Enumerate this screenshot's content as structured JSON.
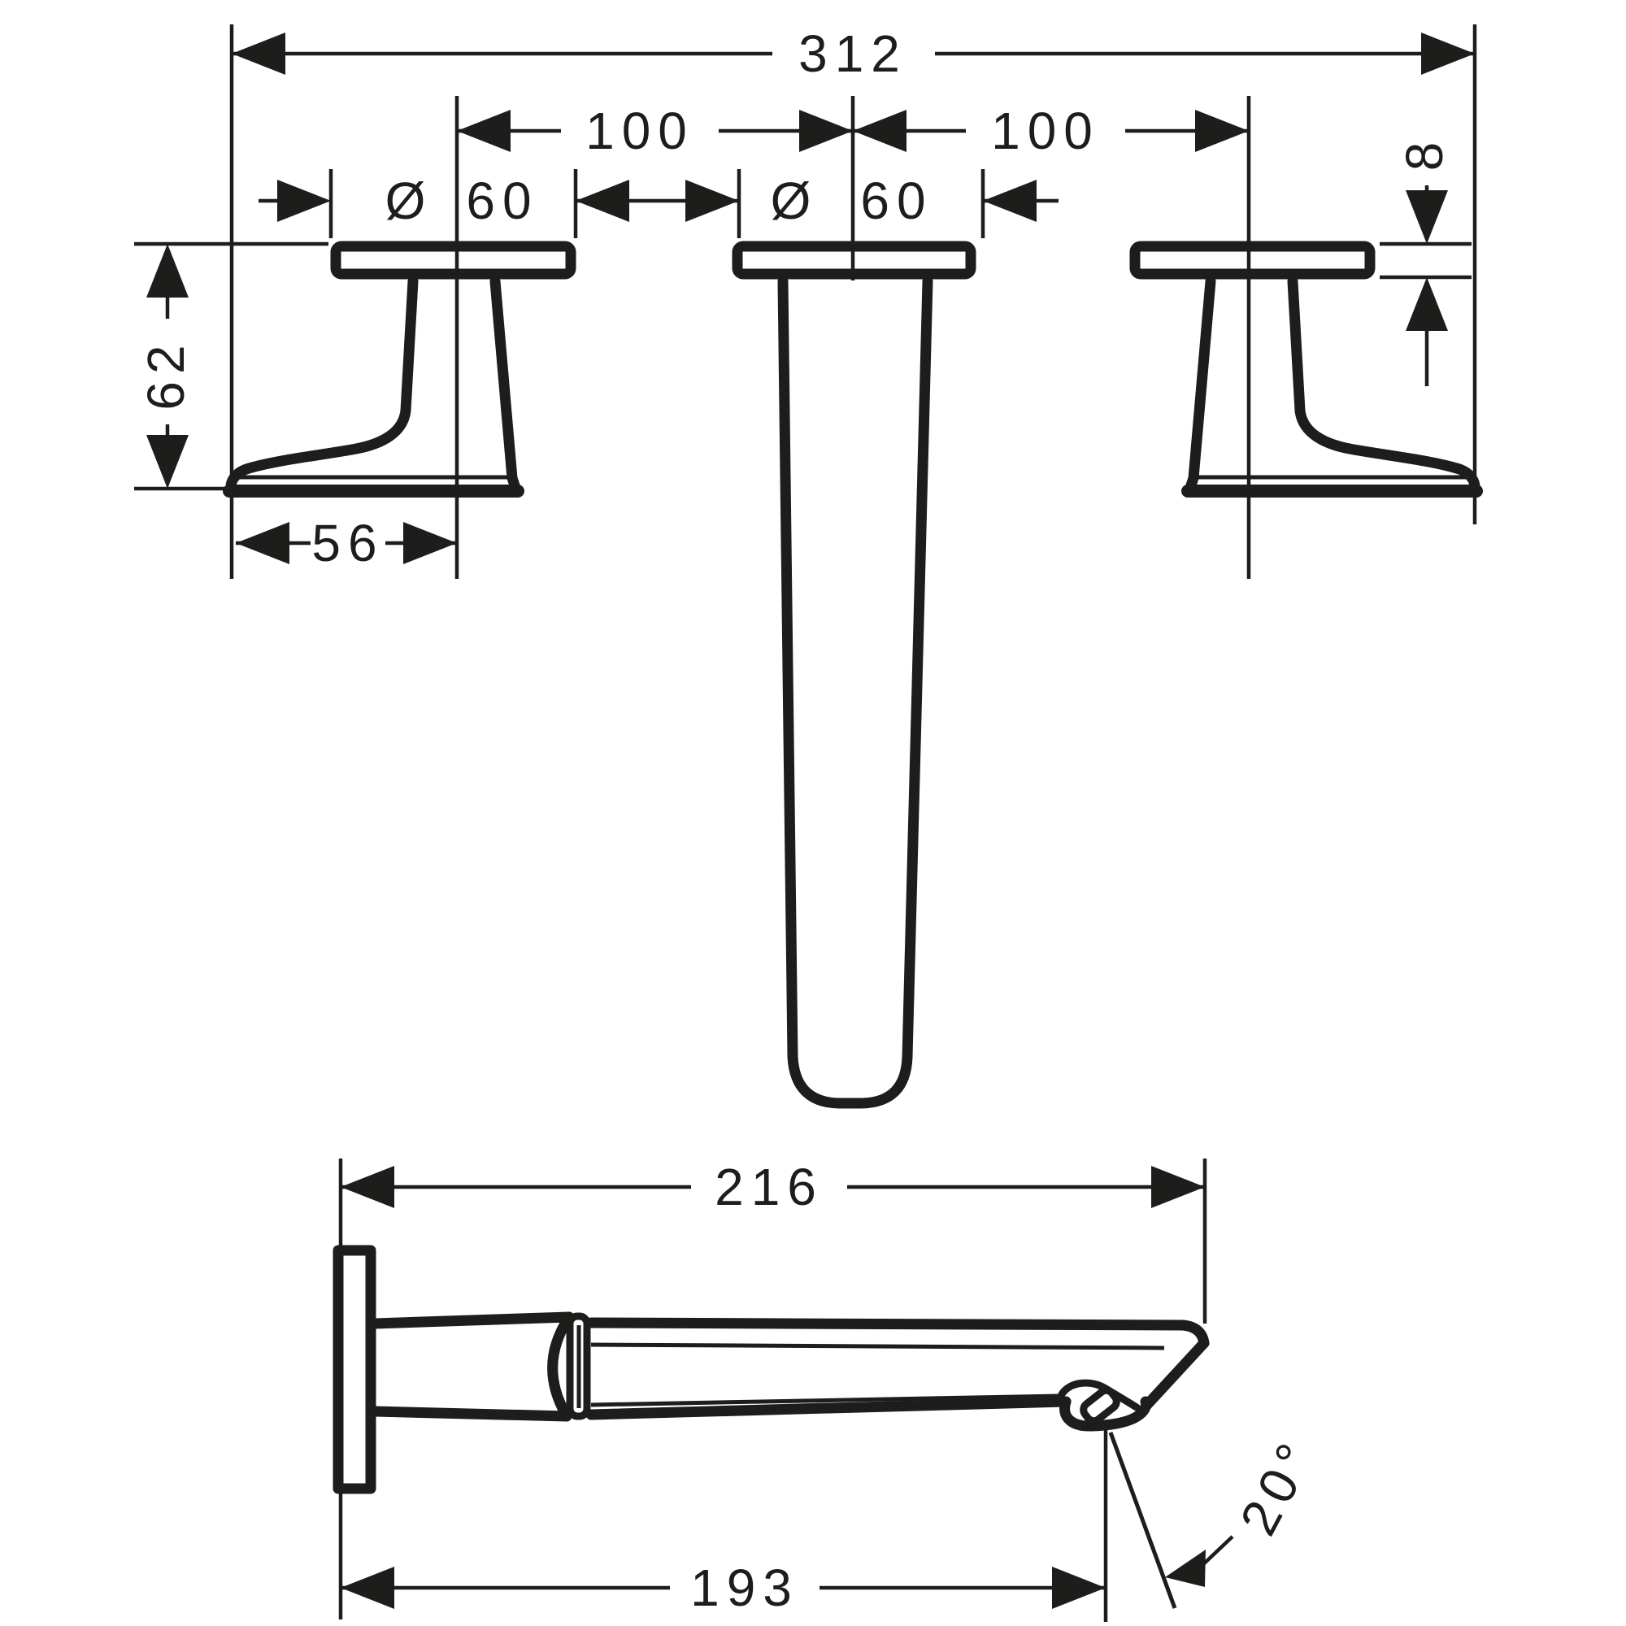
{
  "drawing": {
    "kind": "technical-dimension-drawing",
    "line_color": "#1d1d1b",
    "background_color": "#ffffff"
  },
  "top_view": {
    "overall_width": "312",
    "left_spacing": "100",
    "right_spacing": "100",
    "left_escutcheon_diameter_symbol": "Ø",
    "left_escutcheon_diameter": "60",
    "center_escutcheon_diameter_symbol": "Ø",
    "center_escutcheon_diameter": "60",
    "escutcheon_thickness": "8",
    "handle_projection": "62",
    "handle_grip_length": "56"
  },
  "side_view": {
    "spout_projection": "216",
    "aerator_distance": "193",
    "spout_angle": "20°"
  }
}
